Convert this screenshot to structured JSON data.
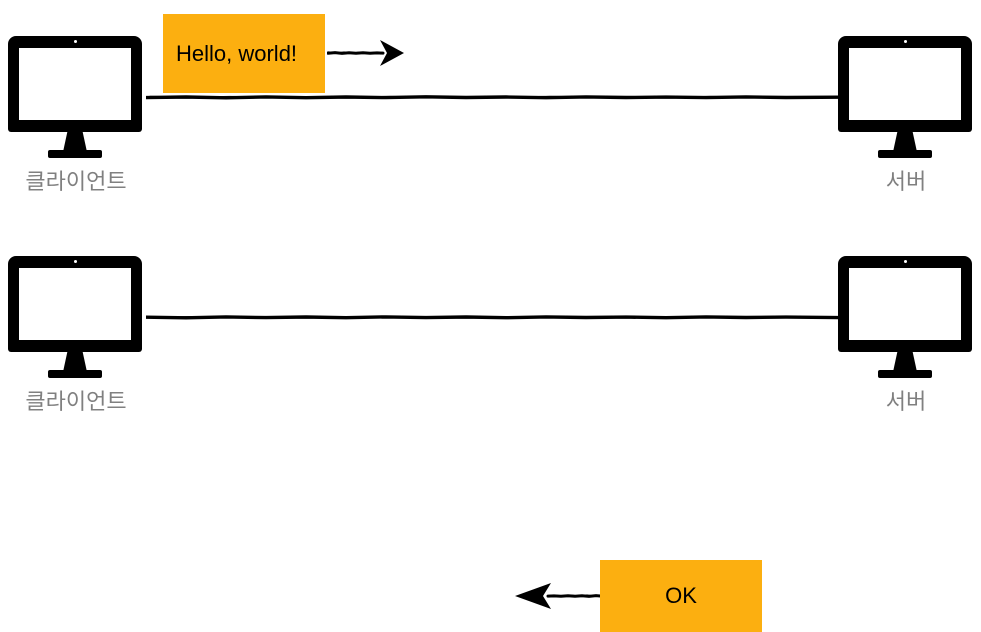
{
  "diagram": {
    "type": "sequence-diagram",
    "title": "",
    "background_color": "#ffffff",
    "accent_color": "#FCAF10",
    "line_color": "#000000",
    "label_color": "#808080",
    "rows": [
      {
        "id": "request",
        "direction": "left-to-right",
        "source": {
          "icon": "desktop-monitor-icon",
          "label": "클라이언트"
        },
        "target": {
          "icon": "desktop-monitor-icon",
          "label": "서버"
        },
        "message": {
          "text": "Hello, world!",
          "box_color": "#FCAF10",
          "text_color": "#000000",
          "align": "left"
        },
        "arrow": {
          "icon": "arrow-right-icon",
          "style": "dashed-sketch"
        }
      },
      {
        "id": "response",
        "direction": "right-to-left",
        "source": {
          "icon": "desktop-monitor-icon",
          "label": "클라이언트"
        },
        "target": {
          "icon": "desktop-monitor-icon",
          "label": "서버"
        },
        "message": {
          "text": "OK",
          "box_color": "#FCAF10",
          "text_color": "#000000",
          "align": "center"
        },
        "arrow": {
          "icon": "arrow-left-icon",
          "style": "dashed-sketch"
        }
      }
    ]
  }
}
